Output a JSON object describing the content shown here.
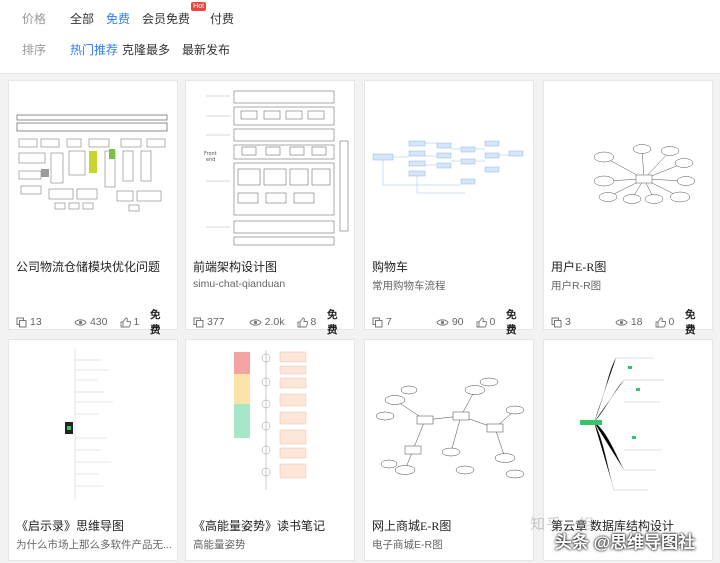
{
  "filters": {
    "price_label": "价格",
    "price_options": [
      "全部",
      "免费",
      "会员免费",
      "付费"
    ],
    "price_active": "免费",
    "hot_badge": "Hot",
    "sort_label": "排序",
    "sort_options": [
      "热门推荐",
      "克隆最多",
      "最新发布"
    ],
    "sort_active": "热门推荐",
    "accent_color": "#2f7df6"
  },
  "cards": [
    {
      "title": "公司物流仓储模块优化问题",
      "desc": "",
      "clones": "13",
      "views": "430",
      "likes": "1",
      "price": "免费"
    },
    {
      "title": "前端架构设计图",
      "desc": "simu-chat-qianduan",
      "clones": "377",
      "views": "2.0k",
      "likes": "8",
      "price": "免费"
    },
    {
      "title": "购物车",
      "desc": "常用购物车流程",
      "clones": "7",
      "views": "90",
      "likes": "0",
      "price": "免费"
    },
    {
      "title": "用户E-R图",
      "desc": "用户R-R图",
      "clones": "3",
      "views": "18",
      "likes": "0",
      "price": "免费"
    },
    {
      "title": "《启示录》思维导图",
      "desc": "为什么市场上那么多软件产品无...",
      "clones": "",
      "views": "",
      "likes": "",
      "price": ""
    },
    {
      "title": "《高能量姿势》读书笔记",
      "desc": "高能量姿势",
      "clones": "",
      "views": "",
      "likes": "",
      "price": ""
    },
    {
      "title": "网上商城E-R图",
      "desc": "电子商城E-R图",
      "clones": "",
      "views": "",
      "likes": "",
      "price": ""
    },
    {
      "title": "第云章 数据库结构设计",
      "desc": "",
      "clones": "",
      "views": "",
      "likes": "",
      "price": ""
    }
  ],
  "watermark": {
    "text": "头条 @思维导图社",
    "faint": "知乎 · 相"
  }
}
